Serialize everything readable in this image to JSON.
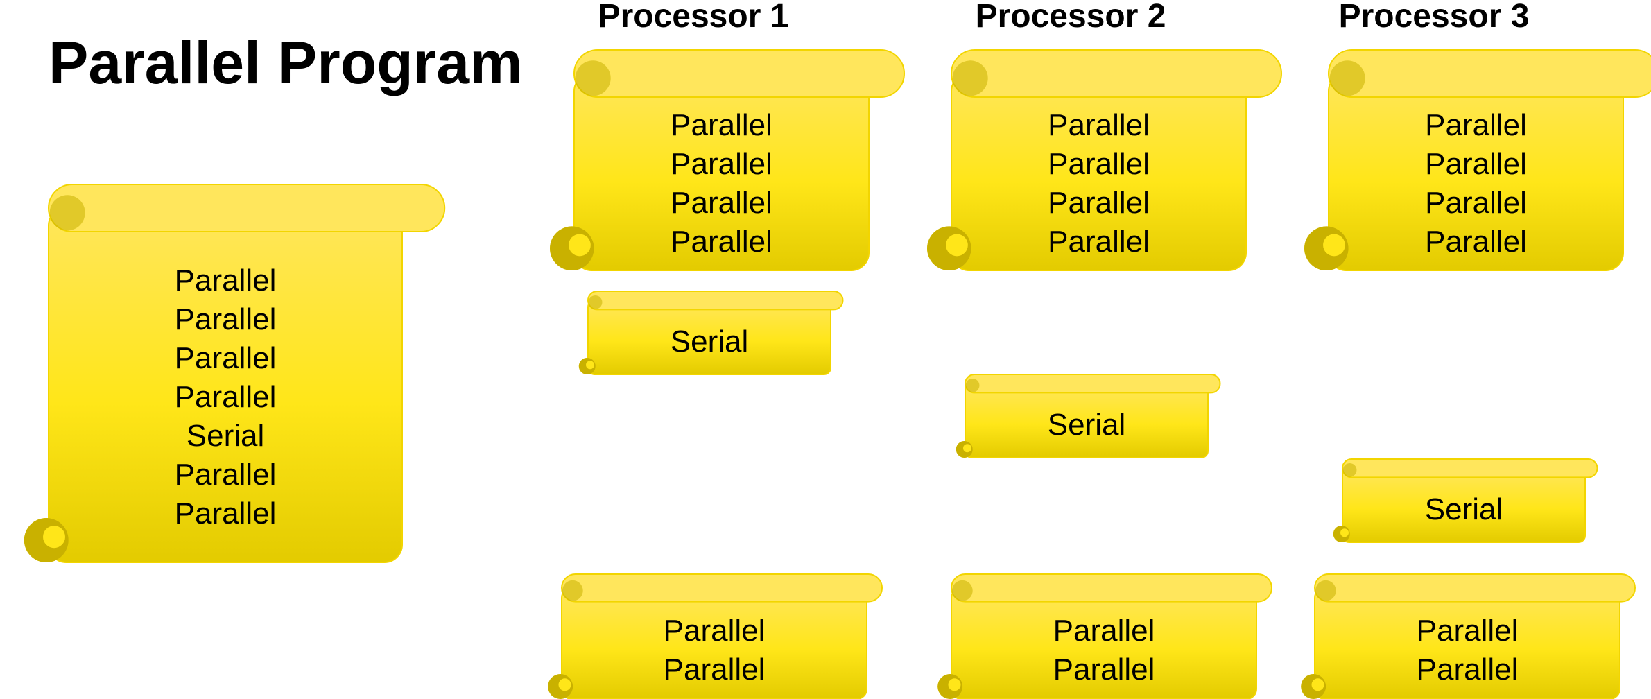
{
  "title": "Parallel Program",
  "colors": {
    "scroll_top": "#FFE65C",
    "scroll_mid": "#FFE619",
    "scroll_bottom": "#E3CB00",
    "curl": "#C9B100",
    "edge": "#F2D500"
  },
  "program": {
    "lines": [
      "Parallel",
      "Parallel",
      "Parallel",
      "Parallel",
      "Serial",
      "Parallel",
      "Parallel"
    ]
  },
  "processors": [
    {
      "label": "Processor 1",
      "top": [
        "Parallel",
        "Parallel",
        "Parallel",
        "Parallel"
      ],
      "serial": "Serial",
      "bottom": [
        "Parallel",
        "Parallel"
      ]
    },
    {
      "label": "Processor 2",
      "top": [
        "Parallel",
        "Parallel",
        "Parallel",
        "Parallel"
      ],
      "serial": "Serial",
      "bottom": [
        "Parallel",
        "Parallel"
      ]
    },
    {
      "label": "Processor 3",
      "top": [
        "Parallel",
        "Parallel",
        "Parallel",
        "Parallel"
      ],
      "serial": "Serial",
      "bottom": [
        "Parallel",
        "Parallel"
      ]
    }
  ]
}
